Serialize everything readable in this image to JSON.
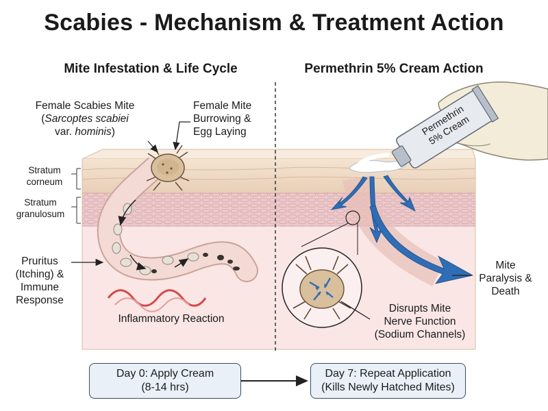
{
  "title": "Scabies - Mechanism & Treatment Action",
  "left_panel": {
    "heading": "Mite Infestation & Life Cycle",
    "female_mite": {
      "line1": "Female Scabies Mite",
      "line2_open": "(",
      "line2_italic": "Sarcoptes scabiei",
      "line3_prefix": "var. ",
      "line3_italic": "hominis",
      "line3_close": ")"
    },
    "burrowing": [
      "Female Mite",
      "Burrowing &",
      "Egg Laying"
    ],
    "stratum_corneum": [
      "Stratum",
      "corneum"
    ],
    "stratum_granulosum": [
      "Stratum",
      "granulosum"
    ],
    "pruritus": [
      "Pruritus",
      "(Itching) &",
      "Immune",
      "Response"
    ],
    "inflammatory": "Inflammatory Reaction"
  },
  "right_panel": {
    "heading": "Permethrin 5% Cream Action",
    "tube_label": [
      "Permethrin",
      "5% Cream"
    ],
    "paralysis": [
      "Mite",
      "Paralysis &",
      "Death"
    ],
    "disrupts": [
      "Disrupts Mite",
      "Nerve Function",
      "(Sodium Channels)"
    ]
  },
  "timeline": {
    "day0": [
      "Day 0: Apply Cream",
      "(8-14 hrs)"
    ],
    "day7": [
      "Day 7: Repeat Application",
      "(Kills Newly Hatched Mites)"
    ]
  },
  "colors": {
    "skin_top": "#f0dcc8",
    "skin_edge": "#e2c5ab",
    "granulosum": "#eac6c8",
    "dermis": "#f9e7e6",
    "burrow": "#f2d8d2",
    "mite": "#d9bf9c",
    "cream_arrow": "#2f6db5",
    "inflammation": "#d24a4a",
    "timeline_box": "#eaf0f7"
  }
}
